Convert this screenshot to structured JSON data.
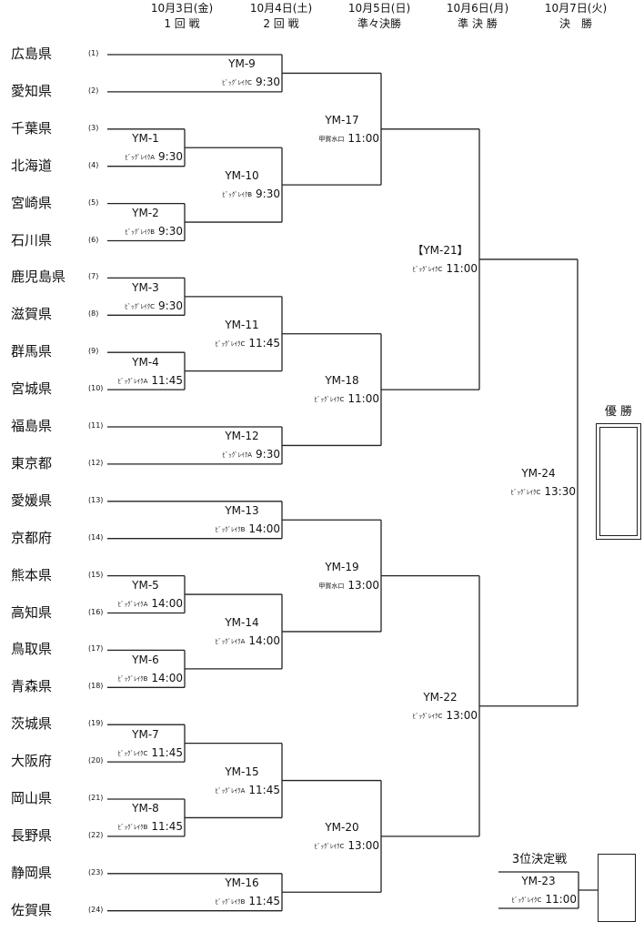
{
  "headers": [
    {
      "date": "10月3日(金)",
      "round": "1 回 戦"
    },
    {
      "date": "10月4日(土)",
      "round": "2 回 戦"
    },
    {
      "date": "10月5日(日)",
      "round": "準々決勝"
    },
    {
      "date": "10月6日(月)",
      "round": "準 決 勝"
    },
    {
      "date": "10月7日(火)",
      "round": "決　勝"
    }
  ],
  "teams": [
    {
      "name": "広島県",
      "seed": "(1)"
    },
    {
      "name": "愛知県",
      "seed": "(2)"
    },
    {
      "name": "千葉県",
      "seed": "(3)"
    },
    {
      "name": "北海道",
      "seed": "(4)"
    },
    {
      "name": "宮崎県",
      "seed": "(5)"
    },
    {
      "name": "石川県",
      "seed": "(6)"
    },
    {
      "name": "鹿児島県",
      "seed": "(7)"
    },
    {
      "name": "滋賀県",
      "seed": "(8)"
    },
    {
      "name": "群馬県",
      "seed": "(9)"
    },
    {
      "name": "宮城県",
      "seed": "(10)"
    },
    {
      "name": "福島県",
      "seed": "(11)"
    },
    {
      "name": "東京都",
      "seed": "(12)"
    },
    {
      "name": "愛媛県",
      "seed": "(13)"
    },
    {
      "name": "京都府",
      "seed": "(14)"
    },
    {
      "name": "熊本県",
      "seed": "(15)"
    },
    {
      "name": "高知県",
      "seed": "(16)"
    },
    {
      "name": "鳥取県",
      "seed": "(17)"
    },
    {
      "name": "青森県",
      "seed": "(18)"
    },
    {
      "name": "茨城県",
      "seed": "(19)"
    },
    {
      "name": "大阪府",
      "seed": "(20)"
    },
    {
      "name": "岡山県",
      "seed": "(21)"
    },
    {
      "name": "長野県",
      "seed": "(22)"
    },
    {
      "name": "静岡県",
      "seed": "(23)"
    },
    {
      "name": "佐賀県",
      "seed": "(24)"
    }
  ],
  "matches": [
    {
      "id": "YM-1",
      "venue": "ﾋﾞｯｸﾞﾚｲｸA",
      "time": "9:30"
    },
    {
      "id": "YM-2",
      "venue": "ﾋﾞｯｸﾞﾚｲｸB",
      "time": "9:30"
    },
    {
      "id": "YM-3",
      "venue": "ﾋﾞｯｸﾞﾚｲｸC",
      "time": "9:30"
    },
    {
      "id": "YM-4",
      "venue": "ﾋﾞｯｸﾞﾚｲｸA",
      "time": "11:45"
    },
    {
      "id": "YM-5",
      "venue": "ﾋﾞｯｸﾞﾚｲｸA",
      "time": "14:00"
    },
    {
      "id": "YM-6",
      "venue": "ﾋﾞｯｸﾞﾚｲｸB",
      "time": "14:00"
    },
    {
      "id": "YM-7",
      "venue": "ﾋﾞｯｸﾞﾚｲｸC",
      "time": "11:45"
    },
    {
      "id": "YM-8",
      "venue": "ﾋﾞｯｸﾞﾚｲｸB",
      "time": "11:45"
    },
    {
      "id": "YM-9",
      "venue": "ﾋﾞｯｸﾞﾚｲｸC",
      "time": "9:30"
    },
    {
      "id": "YM-10",
      "venue": "ﾋﾞｯｸﾞﾚｲｸB",
      "time": "9:30"
    },
    {
      "id": "YM-11",
      "venue": "ﾋﾞｯｸﾞﾚｲｸC",
      "time": "11:45"
    },
    {
      "id": "YM-12",
      "venue": "ﾋﾞｯｸﾞﾚｲｸA",
      "time": "9:30"
    },
    {
      "id": "YM-13",
      "venue": "ﾋﾞｯｸﾞﾚｲｸB",
      "time": "14:00"
    },
    {
      "id": "YM-14",
      "venue": "ﾋﾞｯｸﾞﾚｲｸA",
      "time": "14:00"
    },
    {
      "id": "YM-15",
      "venue": "ﾋﾞｯｸﾞﾚｲｸA",
      "time": "11:45"
    },
    {
      "id": "YM-16",
      "venue": "ﾋﾞｯｸﾞﾚｲｸB",
      "time": "11:45"
    },
    {
      "id": "YM-17",
      "venue": "甲賀水口",
      "time": "11:00"
    },
    {
      "id": "YM-18",
      "venue": "ﾋﾞｯｸﾞﾚｲｸC",
      "time": "11:00"
    },
    {
      "id": "YM-19",
      "venue": "甲賀水口",
      "time": "13:00"
    },
    {
      "id": "YM-20",
      "venue": "ﾋﾞｯｸﾞﾚｲｸC",
      "time": "13:00"
    },
    {
      "id": "【YM-21】",
      "venue": "ﾋﾞｯｸﾞﾚｲｸC",
      "time": "11:00"
    },
    {
      "id": "YM-22",
      "venue": "ﾋﾞｯｸﾞﾚｲｸC",
      "time": "13:00"
    },
    {
      "id": "YM-24",
      "venue": "ﾋﾞｯｸﾞﾚｲｸC",
      "time": "13:30"
    },
    {
      "id": "YM-23",
      "venue": "ﾋﾞｯｸﾞﾚｲｸC",
      "time": "11:00"
    }
  ],
  "winner_label": "優 勝",
  "third_place_label": "3位決定戦"
}
